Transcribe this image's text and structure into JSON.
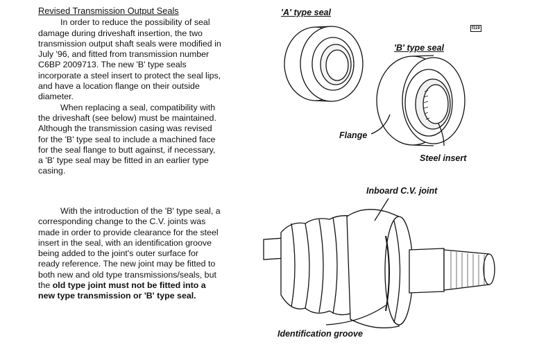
{
  "section": {
    "heading": "Revised Transmission Output Seals",
    "paragraph_1": "In order to reduce the possibility of seal damage during driveshaft insertion, the two transmission output shaft seals were modified in July '96, and fitted from transmission number C6BP 2009713.  The new 'B' type seals incorporate a steel insert to protect the seal lips, and have a location flange on their outside diameter.",
    "paragraph_2": "When replacing a seal, compatibility with the driveshaft (see below) must be maintained. Although the transmission casing was revised for the 'B' type seal to include a machined face for the seal flange to butt against, if necessary, a 'B' type seal may be fitted in an earlier type casing.",
    "paragraph_3": "With the introduction of the 'B' type seal, a corresponding change to the C.V. joints was made in order to provide clearance for the steel insert in the seal, with an identification groove being added to the joint's outer surface for ready reference.  The new joint may be fitted to both new and old type transmissions/seals, but the",
    "paragraph_3_warning": "old type joint must not be fitted into a new type transmission or 'B' type seal."
  },
  "figure_top": {
    "ref": "f119",
    "label_a_seal": "'A' type seal",
    "label_b_seal": "'B' type seal",
    "label_flange": "Flange",
    "label_steel_insert": "Steel insert"
  },
  "figure_bottom": {
    "label_cv_joint": "Inboard C.V. joint",
    "label_groove": "Identification groove"
  }
}
